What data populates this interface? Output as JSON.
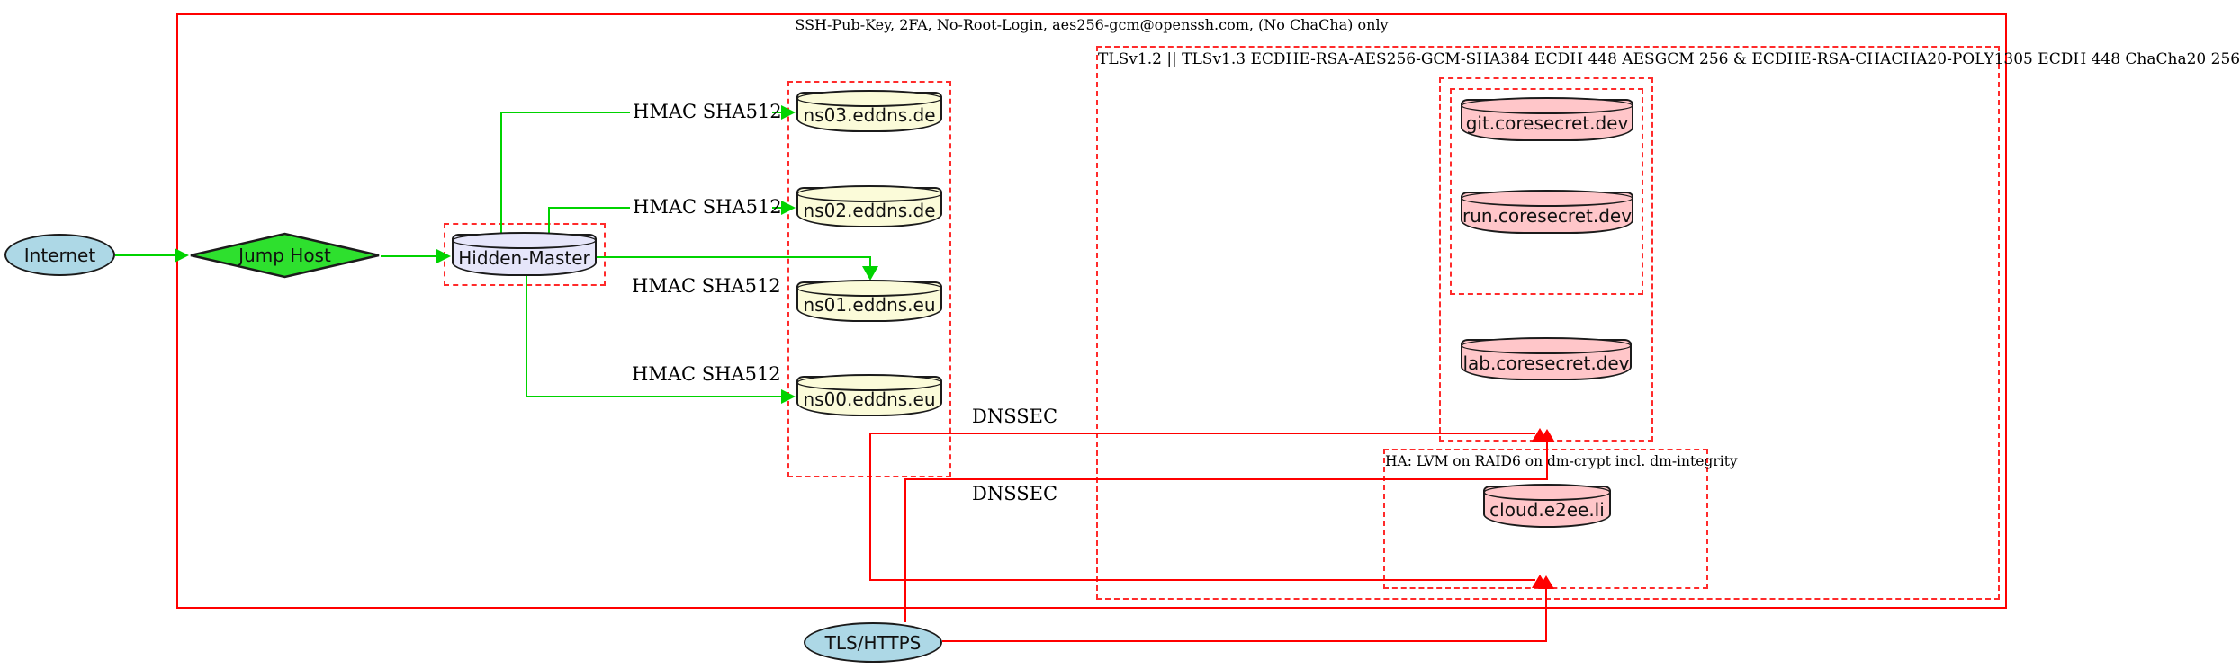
{
  "frames": {
    "ssh": {
      "label": "SSH-Pub-Key, 2FA, No-Root-Login, aes256-gcm@openssh.com, (No ChaCha) only"
    },
    "tls": {
      "label": "TLSv1.2 || TLSv1.3 ECDHE-RSA-AES256-GCM-SHA384 ECDH 448 AESGCM 256 & ECDHE-RSA-CHACHA20-POLY1305 ECDH 448 ChaCha20 256"
    },
    "ha": {
      "label": "HA: LVM on RAID6 on dm-crypt incl. dm-integrity"
    }
  },
  "nodes": {
    "internet": {
      "label": "Internet",
      "shape": "ellipse",
      "fill": "#ADD8E6"
    },
    "jump_host": {
      "label": "Jump Host",
      "shape": "diamond",
      "fill": "#2ee02e"
    },
    "hidden_master": {
      "label": "Hidden-Master",
      "shape": "cylinder",
      "fill": "#E6E6FA"
    },
    "ns03": {
      "label": "ns03.eddns.de",
      "shape": "cylinder",
      "fill": "#fbfbd9"
    },
    "ns02": {
      "label": "ns02.eddns.de",
      "shape": "cylinder",
      "fill": "#fbfbd9"
    },
    "ns01": {
      "label": "ns01.eddns.eu",
      "shape": "cylinder",
      "fill": "#fbfbd9"
    },
    "ns00": {
      "label": "ns00.eddns.eu",
      "shape": "cylinder",
      "fill": "#fbfbd9"
    },
    "git": {
      "label": "git.coresecret.dev",
      "shape": "cylinder",
      "fill": "#ffc6c9"
    },
    "run": {
      "label": "run.coresecret.dev",
      "shape": "cylinder",
      "fill": "#ffc6c9"
    },
    "lab": {
      "label": "lab.coresecret.dev",
      "shape": "cylinder",
      "fill": "#ffc6c9"
    },
    "cloud": {
      "label": "cloud.e2ee.li",
      "shape": "cylinder",
      "fill": "#ffc6c9"
    },
    "tls_https": {
      "label": "TLS/HTTPS",
      "shape": "ellipse",
      "fill": "#ADD8E6"
    }
  },
  "edge_labels": {
    "hmac": "HMAC SHA512",
    "dnssec": "DNSSEC"
  },
  "colors": {
    "green_edge": "#00d300",
    "red_edge": "#ff0000",
    "red_frame_dashed": "#ff2b2b",
    "node_border": "#1b1b1b"
  }
}
